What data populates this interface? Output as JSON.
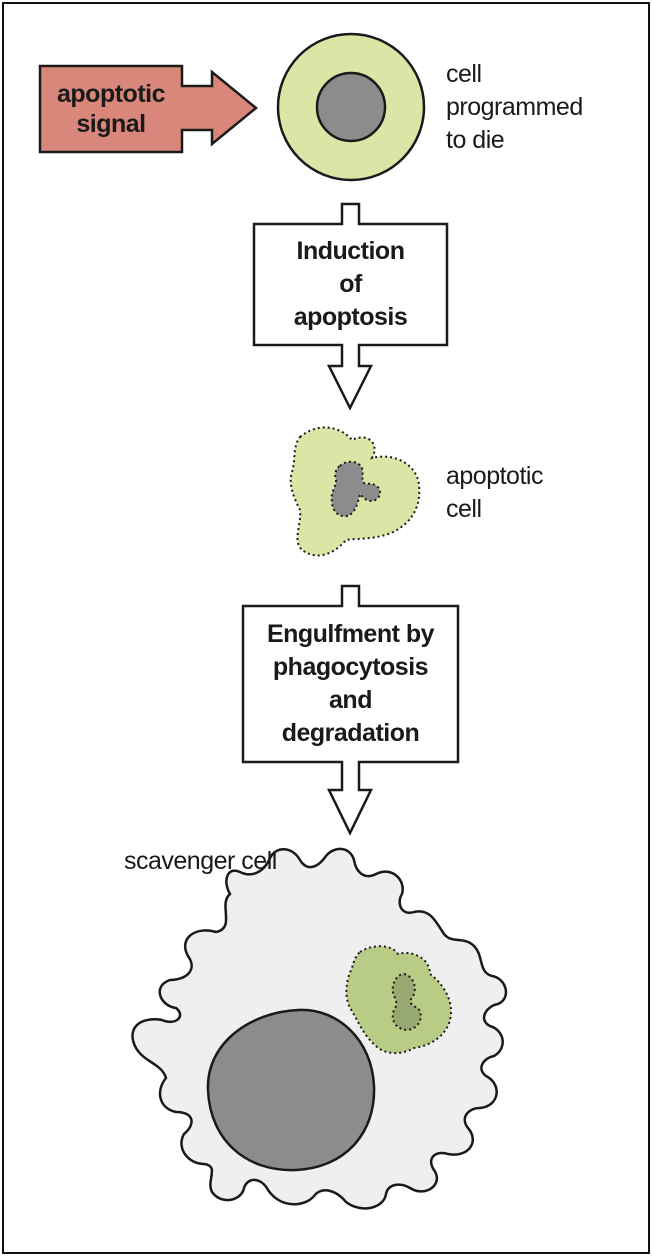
{
  "signal": {
    "label": "apoptotic\nsignal"
  },
  "cell_programmed": {
    "label": "cell\nprogrammed\nto die"
  },
  "step1": {
    "label": "Induction\nof\napoptosis"
  },
  "apoptotic_cell": {
    "label": "apoptotic\ncell"
  },
  "step2": {
    "label": "Engulfment by\nphagocytosis\nand\ndegradation"
  },
  "scavenger": {
    "label": "scavenger cell"
  },
  "colors": {
    "signal_fill": "#d9877b",
    "cell_green": "#d9e6a6",
    "nucleus_gray": "#8c8c8c",
    "engulfed_green": "#b9cc86",
    "scavenger_fill": "#efefef",
    "outline": "#1a1a1a"
  }
}
